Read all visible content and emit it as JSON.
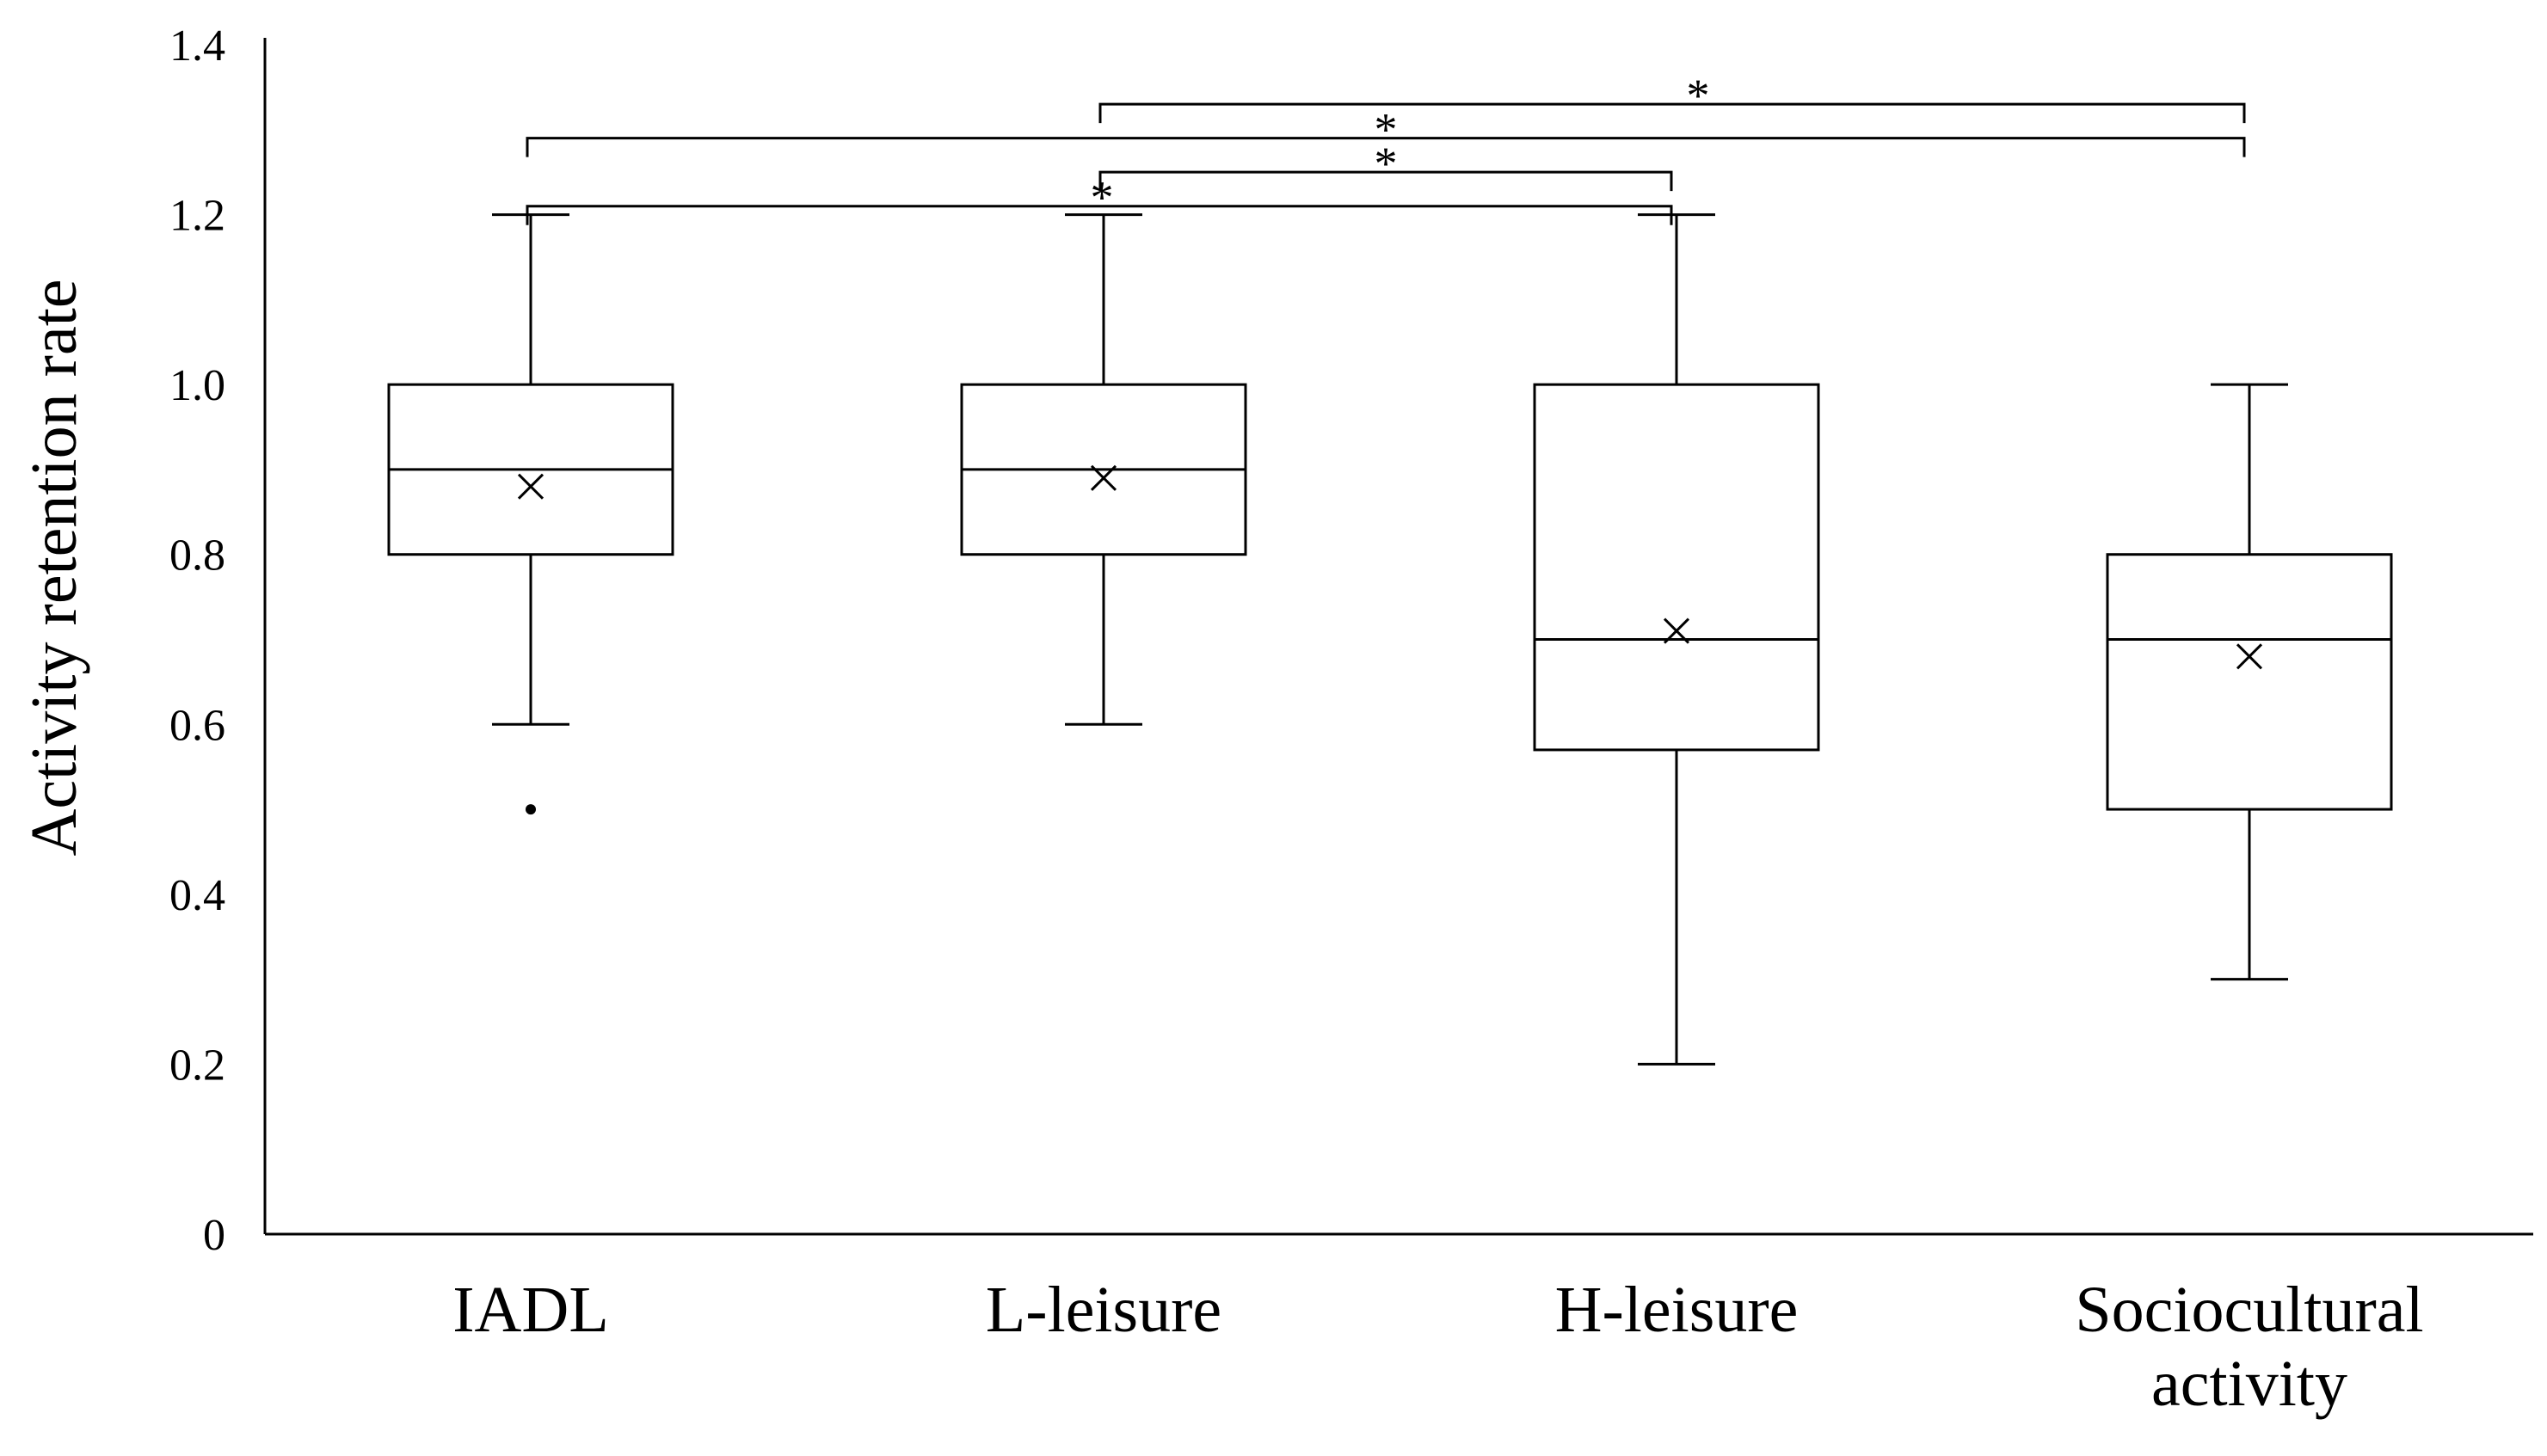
{
  "chart_data": {
    "type": "box",
    "ylabel": "Activity retention rate",
    "xlabel": "",
    "ylim": [
      0,
      1.4
    ],
    "yticks": [
      "0",
      "0.2",
      "0.4",
      "0.6",
      "0.8",
      "1.0",
      "1.2",
      "1.4"
    ],
    "categories": [
      {
        "label_lines": [
          "IADL"
        ]
      },
      {
        "label_lines": [
          "L-leisure"
        ]
      },
      {
        "label_lines": [
          "H-leisure"
        ]
      },
      {
        "label_lines": [
          "Sociocultural",
          "activity"
        ]
      }
    ],
    "boxes": [
      {
        "min": 0.6,
        "q1": 0.8,
        "median": 0.9,
        "q3": 1.0,
        "max": 1.2,
        "mean": 0.88,
        "outliers": [
          0.5
        ]
      },
      {
        "min": 0.6,
        "q1": 0.8,
        "median": 0.9,
        "q3": 1.0,
        "max": 1.2,
        "mean": 0.89,
        "outliers": []
      },
      {
        "min": 0.2,
        "q1": 0.57,
        "median": 0.7,
        "q3": 1.0,
        "max": 1.2,
        "mean": 0.71,
        "outliers": []
      },
      {
        "min": 0.3,
        "q1": 0.5,
        "median": 0.7,
        "q3": 0.8,
        "max": 1.0,
        "mean": 0.68,
        "outliers": []
      }
    ],
    "significance": [
      {
        "from": 1,
        "to": 3,
        "label": "*"
      },
      {
        "from": 0,
        "to": 3,
        "label": "*"
      },
      {
        "from": 1,
        "to": 2,
        "label": "*"
      },
      {
        "from": 0,
        "to": 2,
        "label": "*"
      }
    ]
  }
}
